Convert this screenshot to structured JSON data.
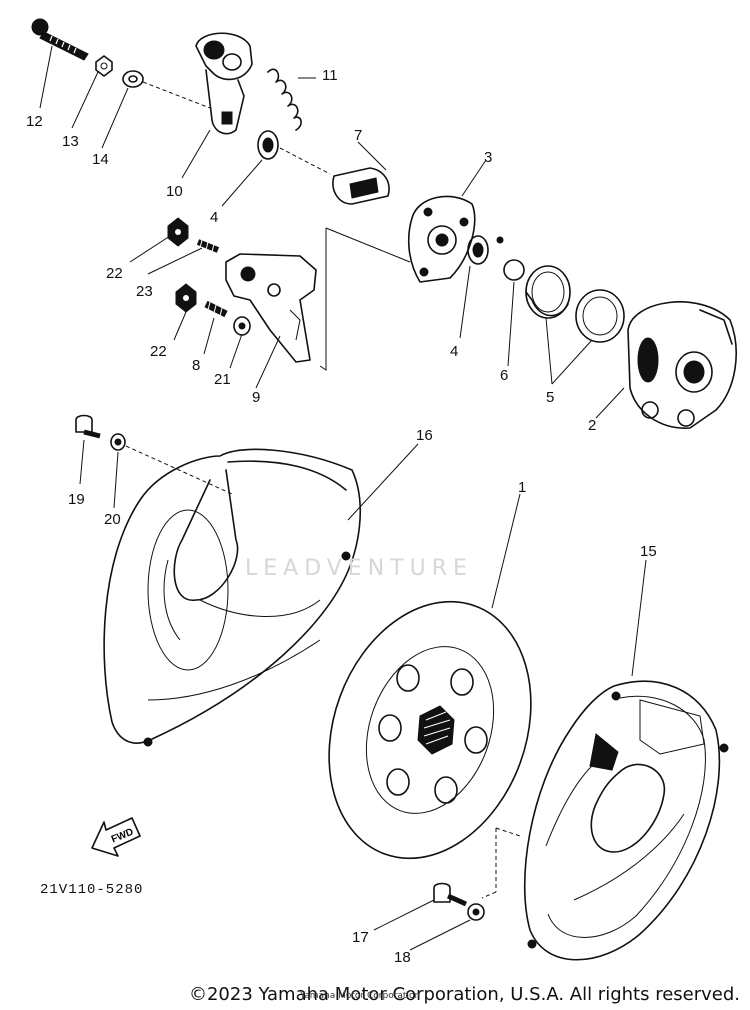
{
  "diagram": {
    "part_code": "21V110-5280",
    "fwd_label": "FWD",
    "watermark": "LEADVENTURE",
    "copyright": "©2023 Yamaha Motor Corporation, U.S.A. All rights reserved.",
    "small_note": "Yamaha Motor Corporation",
    "callouts": [
      "12",
      "13",
      "14",
      "10",
      "11",
      "4",
      "7",
      "3",
      "22",
      "23",
      "22",
      "8",
      "21",
      "9",
      "4",
      "6",
      "5",
      "2",
      "19",
      "20",
      "16",
      "1",
      "15",
      "17",
      "18"
    ]
  }
}
